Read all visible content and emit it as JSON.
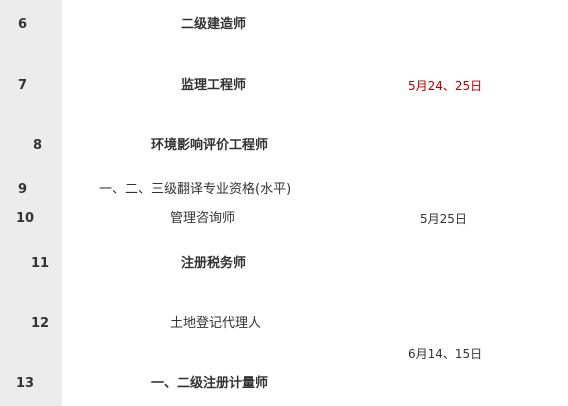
{
  "rows": [
    {
      "num": "6",
      "title": "二级建造师",
      "date": ""
    },
    {
      "num": "7",
      "title": "监理工程师",
      "date": "5月24、25日"
    },
    {
      "num": "8",
      "title": "环境影响评价工程师",
      "date": ""
    },
    {
      "num": "9",
      "title": "一、二、三级翻译专业资格(水平)",
      "date": ""
    },
    {
      "num": "10",
      "title": "管理咨询师",
      "date": "5月25日"
    },
    {
      "num": "11",
      "title": "注册税务师",
      "date": ""
    },
    {
      "num": "12",
      "title": "土地登记代理人",
      "date": ""
    },
    {
      "num": "",
      "title": "",
      "date": "6月14、15日"
    },
    {
      "num": "13",
      "title": "一、二级注册计量师",
      "date": ""
    }
  ],
  "colors": {
    "left_band": "#ececec",
    "text": "#333333",
    "highlight_date": "#b30000"
  }
}
